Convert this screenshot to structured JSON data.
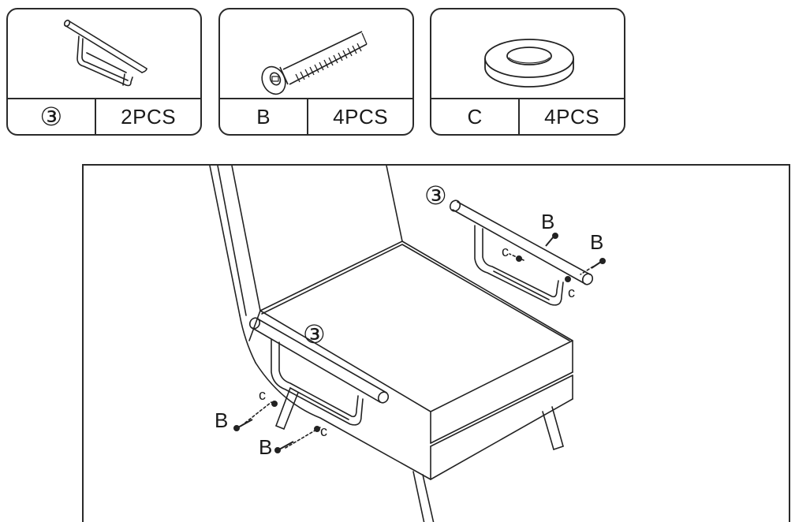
{
  "parts": [
    {
      "id": "③",
      "qty": "2PCS",
      "icon": "armrest-icon"
    },
    {
      "id": "B",
      "qty": "4PCS",
      "icon": "bolt-icon"
    },
    {
      "id": "C",
      "qty": "4PCS",
      "icon": "washer-icon"
    }
  ],
  "diagram": {
    "labels": {
      "arm_right": "③",
      "arm_left": "③",
      "bolt_1": "B",
      "bolt_2": "B",
      "bolt_3": "B",
      "bolt_4": "B",
      "washer_1": "c",
      "washer_2": "c",
      "washer_3": "c",
      "washer_4": "c"
    }
  }
}
